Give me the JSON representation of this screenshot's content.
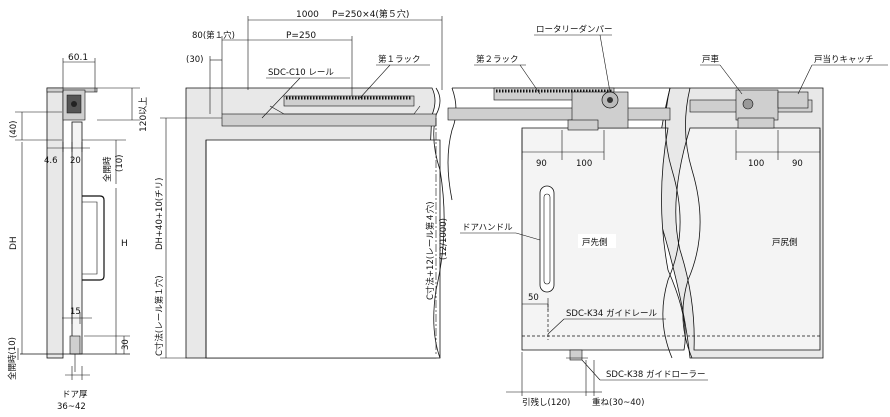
{
  "side_view": {
    "dim_width": "60.1",
    "dim_120_top": "120以上",
    "dim_40": "(40)",
    "dim_4_6": "4.6",
    "dim_20": "20",
    "dim_full_open_10": "全開時",
    "dim_full_open_10b": "(10)",
    "dim_dh": "DH",
    "dim_h": "H",
    "dim_15": "15",
    "dim_30": "30",
    "dim_bottom_full_open": "全開時(10)",
    "door_thickness_label": "ドア厚",
    "door_thickness_value": "36~42"
  },
  "front_view": {
    "dim_1000": "1000",
    "dim_p250x4": "P=250×4(第５穴)",
    "dim_80": "80(第１穴)",
    "dim_p250": "P=250",
    "dim_30": "(30)",
    "label_rail": "SDC-C10 レール",
    "label_rack1": "第１ラック",
    "label_rack2": "第２ラック",
    "label_damper": "ロータリーダンパー",
    "label_roller": "戸車",
    "label_catch": "戸当りキャッチ",
    "dim_90_left": "90",
    "dim_100_left": "100",
    "dim_100_right": "100",
    "dim_90_right": "90",
    "dim_c_dh": "DH+40+10(チリ)",
    "dim_c_label": "C寸法(レール第１穴)",
    "dim_c12": "C寸法+12(レール第４穴)",
    "dim_12_1000": "(12/1000)",
    "label_handle": "ドアハンドル",
    "label_door_front": "戸先側",
    "label_door_rear": "戸尻側",
    "dim_50": "50",
    "label_guide_rail": "SDC-K34 ガイドレール",
    "label_guide_roller": "SDC-K38 ガイドローラー",
    "dim_pull": "引残し(120)",
    "dim_overlap": "重ね(30~40)"
  }
}
